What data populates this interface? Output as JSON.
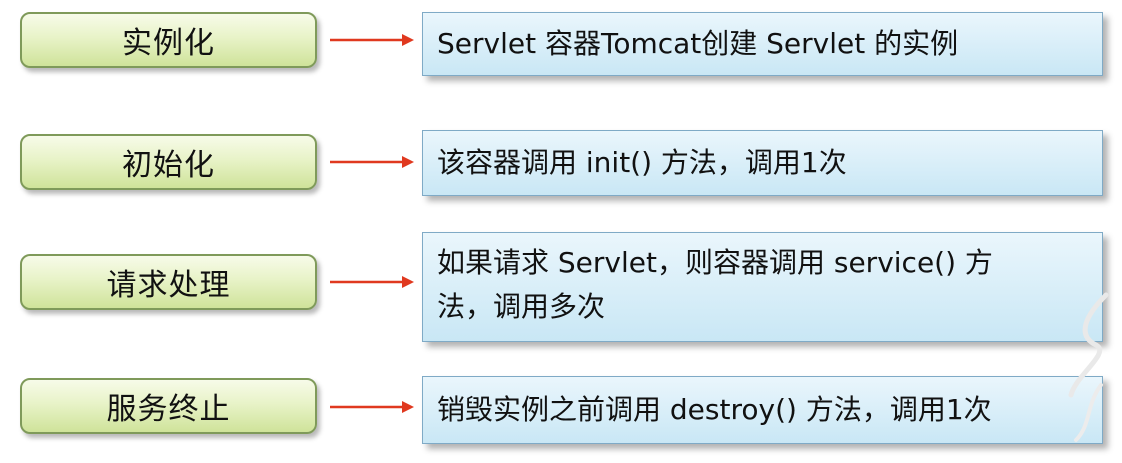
{
  "stages": [
    {
      "label": "实例化",
      "description": "Servlet 容器Tomcat创建 Servlet 的实例"
    },
    {
      "label": "初始化",
      "description": "该容器调用 init() 方法，调用1次"
    },
    {
      "label": "请求处理",
      "description": "如果请求 Servlet，则容器调用 service() 方法，调用多次"
    },
    {
      "label": "服务终止",
      "description": "销毁实例之前调用 destroy() 方法，调用1次"
    }
  ],
  "colors": {
    "stage_border": "#7f9a5a",
    "stage_fill": "#e8f3c8",
    "arrow": "#e0391f",
    "desc_border": "#7faac6",
    "desc_fill": "#d6eef8"
  }
}
